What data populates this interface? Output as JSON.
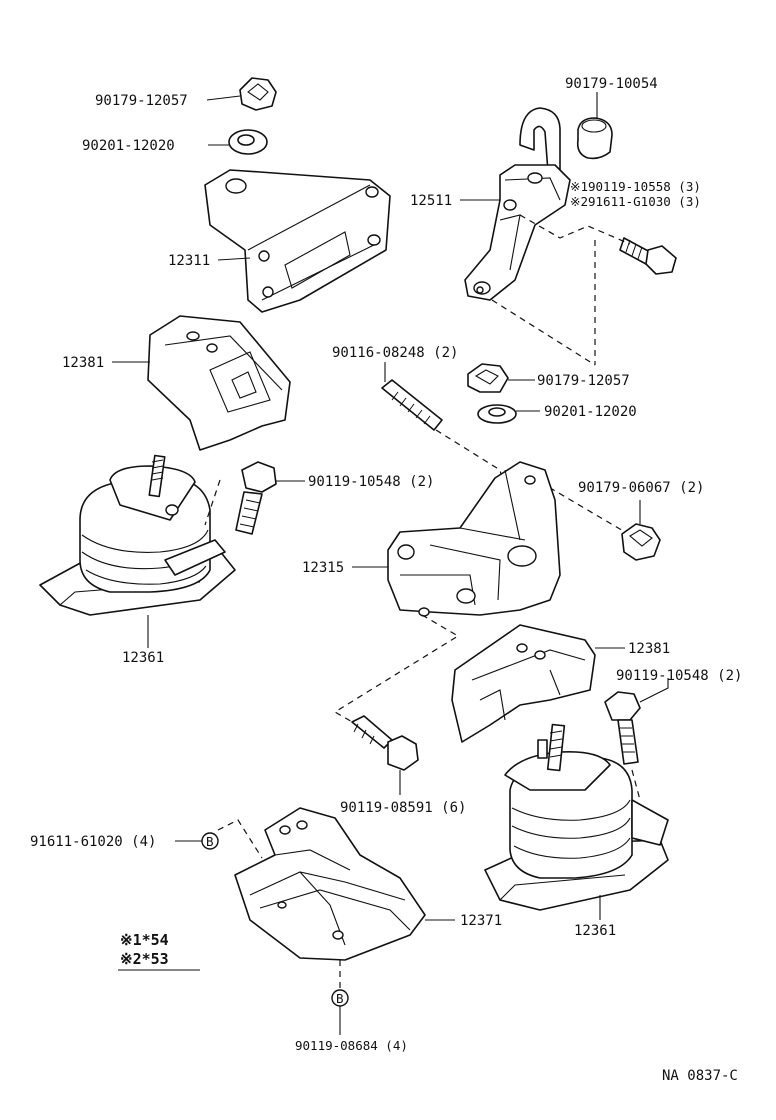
{
  "labels": {
    "p_90179_12057_top": "90179-12057",
    "p_90201_12020_top": "90201-12020",
    "p_12311": "12311",
    "p_12381_left": "12381",
    "p_12361_left": "12361",
    "p_90179_10054": "90179-10054",
    "p_12511": "12511",
    "p_note1": "※190119-10558 (3)",
    "p_note2": "※291611-G1030 (3)",
    "p_90116_08248": "90116-08248 (2)",
    "p_90179_12057_mid": "90179-12057",
    "p_90201_12020_mid": "90201-12020",
    "p_90119_10548_left": "90119-10548 (2)",
    "p_90179_06067": "90179-06067 (2)",
    "p_12315": "12315",
    "p_12381_right": "12381",
    "p_90119_10548_right": "90119-10548 (2)",
    "p_90119_08591": "90119-08591 (6)",
    "p_91611_61020": "91611-61020 (4)",
    "p_12371": "12371",
    "p_12361_right": "12361",
    "p_90119_08684": "90119-08684 (4)"
  },
  "markers": {
    "b_left": "B",
    "b_bottom": "B"
  },
  "legend": {
    "line1": "※1*54",
    "line2": "※2*53"
  },
  "diagram_code": "NA 0837-C"
}
